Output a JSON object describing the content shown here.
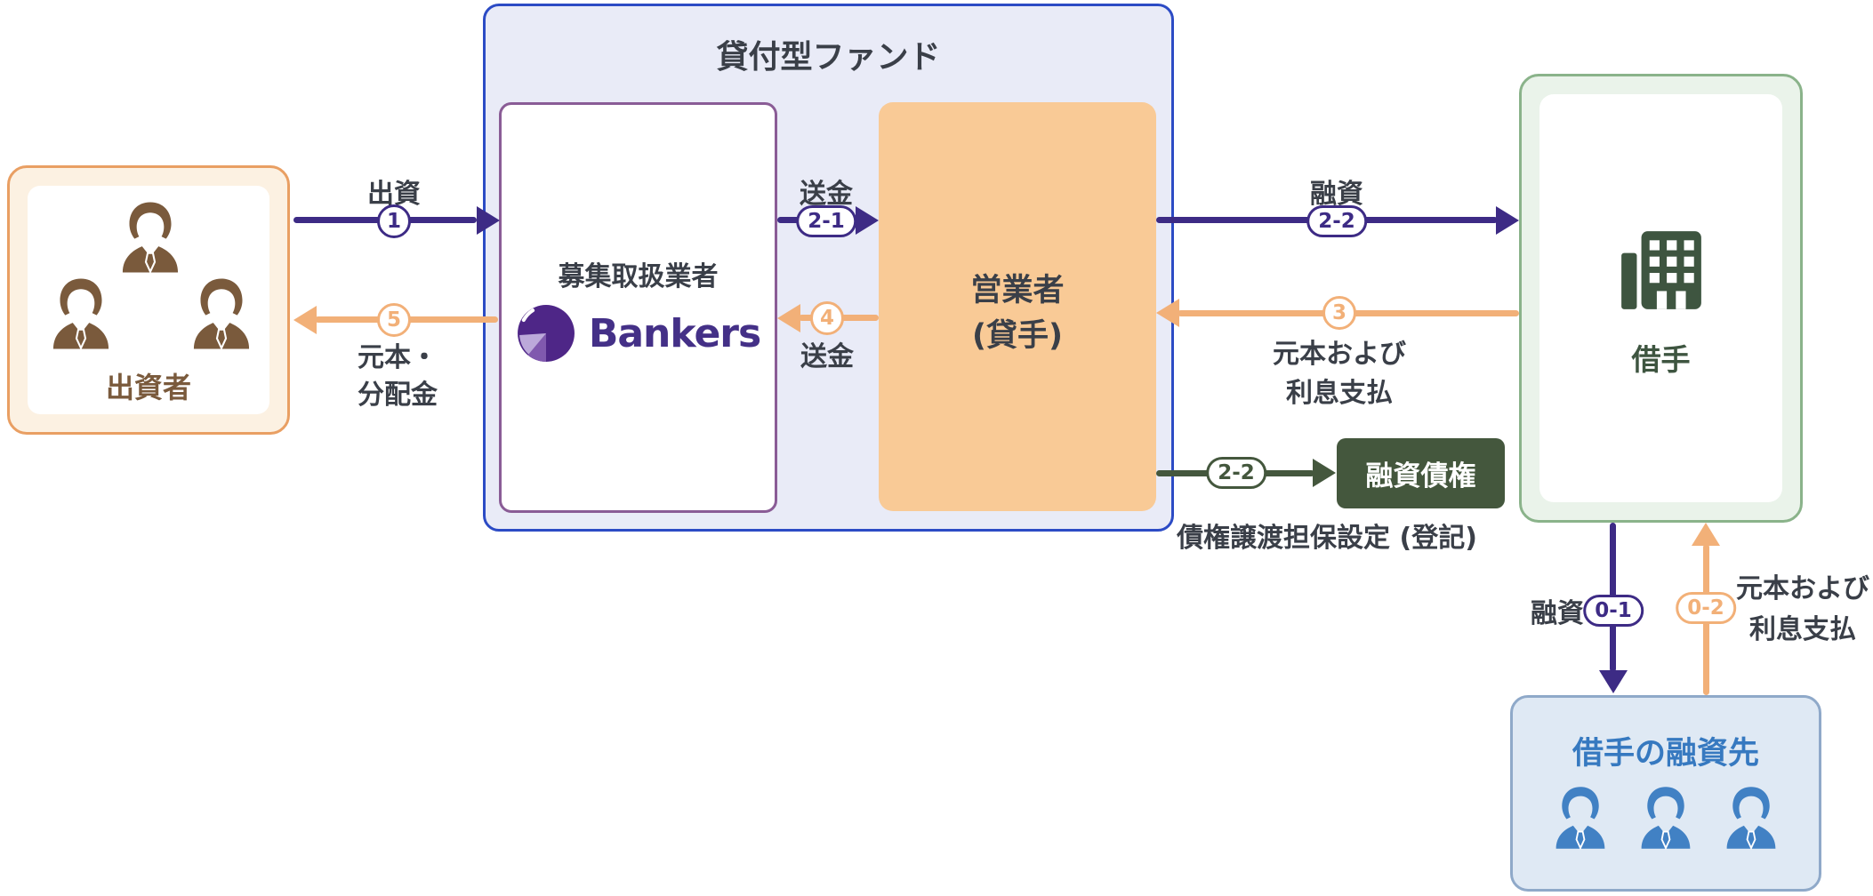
{
  "fund": {
    "title": "貸付型ファンド"
  },
  "investors": {
    "label": "出資者"
  },
  "agent": {
    "role": "募集取扱業者",
    "brand": "Bankers"
  },
  "operator": {
    "line1": "営業者",
    "line2": "(貸手)"
  },
  "borrower": {
    "label": "借手"
  },
  "loan_claim": {
    "label": "融資債権",
    "caption": "債権譲渡担保設定 (登記)"
  },
  "recipients": {
    "label": "借手の融資先"
  },
  "flows": {
    "invest": {
      "label": "出資",
      "badge": "1"
    },
    "remit_2_1": {
      "label": "送金",
      "badge": "2-1"
    },
    "loan_2_2": {
      "label": "融資",
      "badge": "2-2"
    },
    "repay_3": {
      "line1": "元本および",
      "line2": "利息支払",
      "badge": "3"
    },
    "remit_4": {
      "label": "送金",
      "badge": "4"
    },
    "return_5": {
      "line1": "元本・",
      "line2": "分配金",
      "badge": "5"
    },
    "claim_2_2": {
      "badge": "2-2"
    },
    "loan_0_1": {
      "label": "融資",
      "badge": "0-1"
    },
    "repay_0_2": {
      "line1": "元本および",
      "line2": "利息支払",
      "badge": "0-2"
    }
  },
  "colors": {
    "arrow_purple": "#3D2B85",
    "arrow_orange": "#F2B078",
    "fund_border": "#2C4BC5",
    "fund_bg": "#E9EBF7",
    "agent_border": "#8A5C96",
    "operator_bg": "#F9CA96",
    "investor_border": "#E99F63",
    "investor_bg": "#FCF1E2",
    "investor_brown": "#7A5A3C",
    "borrower_border": "#8AB38A",
    "borrower_bg": "#EAF3EA",
    "borrower_green": "#3E5540",
    "claim_green": "#44573D",
    "recipients_border": "#8FA9C9",
    "recipients_bg": "#DFE9F4",
    "recipients_blue": "#3679C0",
    "person_blue": "#4181C4",
    "text_dark": "#3A3F48",
    "brand_purple": "#443087"
  }
}
